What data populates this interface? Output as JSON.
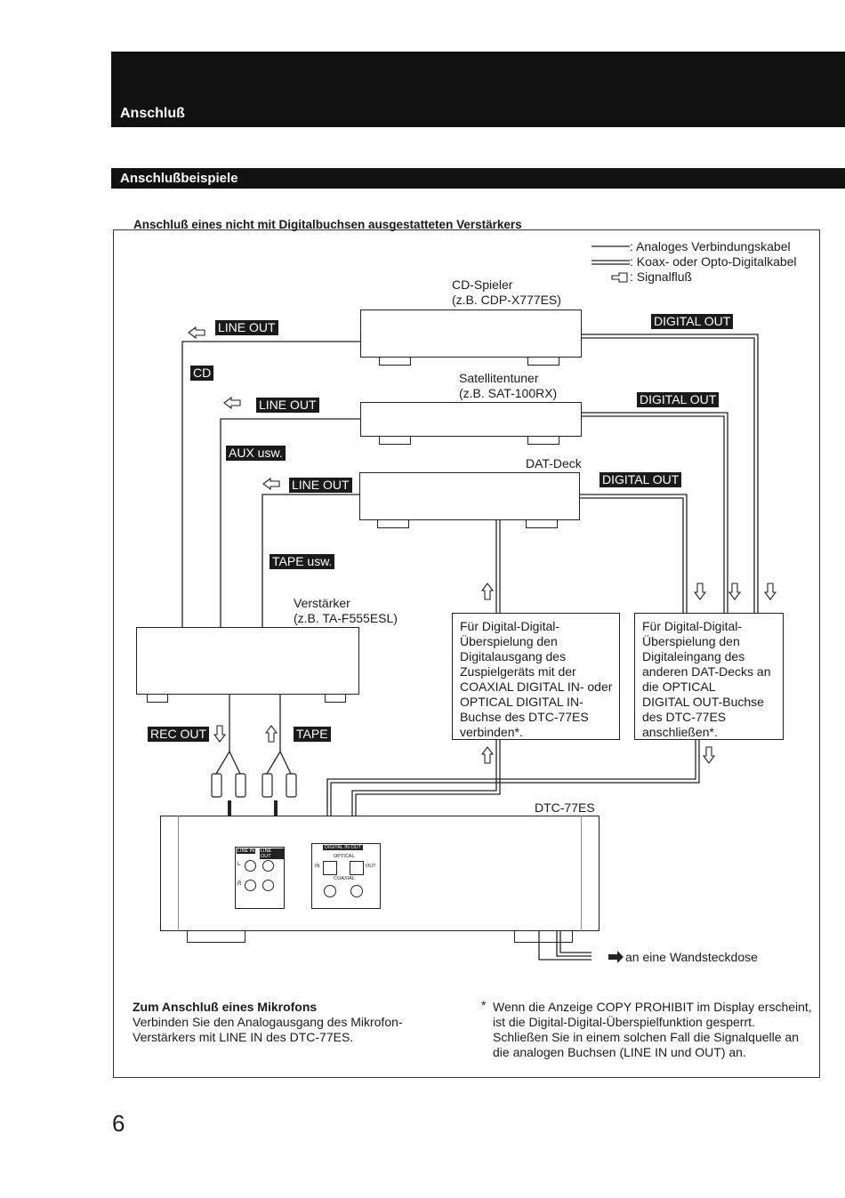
{
  "header": {
    "title": "Anschluß"
  },
  "section": {
    "title": "Anschlußbeispiele"
  },
  "diagram": {
    "heading": "Anschluß eines nicht mit Digitalbuchsen ausgestatteten Verstärkers",
    "legend": [
      {
        "symbol": "single-line",
        "text": ": Analoges Verbindungskabel"
      },
      {
        "symbol": "double-line",
        "text": ": Koax- oder Opto-Digitalkabel"
      },
      {
        "symbol": "arrow-left",
        "text": ": Signalfluß"
      }
    ],
    "devices": {
      "cd": {
        "name": "CD-Spieler",
        "model": "(z.B. CDP-X777ES)"
      },
      "tuner": {
        "name": "Satellitentuner",
        "model": "(z.B. SAT-100RX)"
      },
      "dat": {
        "name": "DAT-Deck"
      },
      "amp": {
        "name": "Verstärker",
        "model": "(z.B. TA-F555ESL)"
      },
      "dtc": {
        "name": "DTC-77ES"
      }
    },
    "tags": {
      "line_out": "LINE OUT",
      "digital_out": "DIGITAL OUT",
      "cd": "CD",
      "aux": "AUX usw.",
      "tape_usw": "TAPE usw.",
      "rec_out": "REC OUT",
      "tape": "TAPE"
    },
    "panel_labels": {
      "line_in": "LINE IN",
      "line_out": "LINE OUT",
      "digital_in_out": "DIGITAL IN OUT",
      "optical": "OPTICAL",
      "coaxial": "COAXIAL",
      "in": "IN",
      "out": "OUT",
      "l": "L",
      "r": "R"
    },
    "note_left": [
      "Für Digital-Digital-",
      "Überspielung den",
      "Digitalausgang des",
      "Zuspielgeräts mit der",
      "COAXIAL DIGITAL IN- oder",
      "OPTICAL DIGITAL IN-",
      "Buchse des DTC-77ES",
      "verbinden*."
    ],
    "note_right": [
      "Für Digital-Digital-",
      "Überspielung den",
      "Digitaleingang des",
      "anderen DAT-Decks an",
      "die OPTICAL",
      "DIGITAL OUT-Buchse",
      "des DTC-77ES",
      "anschließen*."
    ],
    "wall_outlet": "an eine Wandsteckdose"
  },
  "footer": {
    "mic_title": "Zum Anschluß eines Mikrofons",
    "mic_lines": [
      "Verbinden Sie den Analogausgang des Mikrofon-",
      "Verstärkers mit LINE IN des DTC-77ES."
    ],
    "asterisk": "*",
    "copy_lines": [
      "Wenn die Anzeige COPY PROHIBIT im Display erscheint,",
      "ist die Digital-Digital-Überspielfunktion gesperrt.",
      "Schließen Sie in einem solchen Fall die Signalquelle an",
      "die analogen Buchsen (LINE IN und OUT) an."
    ]
  },
  "page_number": "6"
}
